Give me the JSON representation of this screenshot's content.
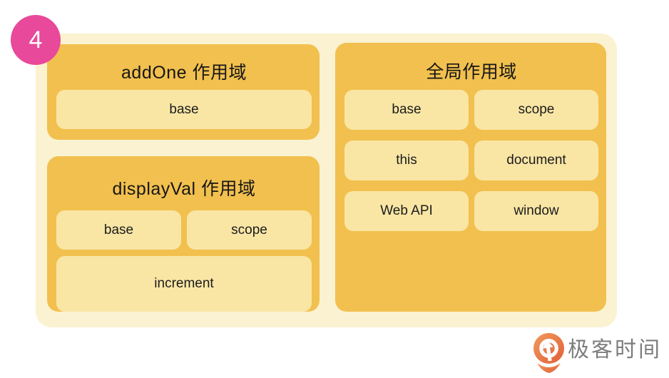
{
  "badge": {
    "number": "4"
  },
  "scopes": {
    "addOne": {
      "title": "addOne 作用域",
      "cells": [
        "base"
      ]
    },
    "displayVal": {
      "title": "displayVal 作用域",
      "cells": [
        "base",
        "scope",
        "increment"
      ]
    },
    "global": {
      "title": "全局作用域",
      "cells": [
        "base",
        "scope",
        "this",
        "document",
        "Web API",
        "window"
      ]
    }
  },
  "logo": {
    "text": "极客时间",
    "icon": "geektime-pin-icon"
  },
  "colors": {
    "badge_pink": "#E8499A",
    "canvas_cream": "#FBF2D1",
    "scope_gold": "#F2C04E",
    "cell_light": "#F9E6A5",
    "text_dark": "#161616",
    "logo_gray": "#7D7D7D",
    "logo_orange_light": "#F19A5B",
    "logo_orange_dark": "#E05F38"
  }
}
